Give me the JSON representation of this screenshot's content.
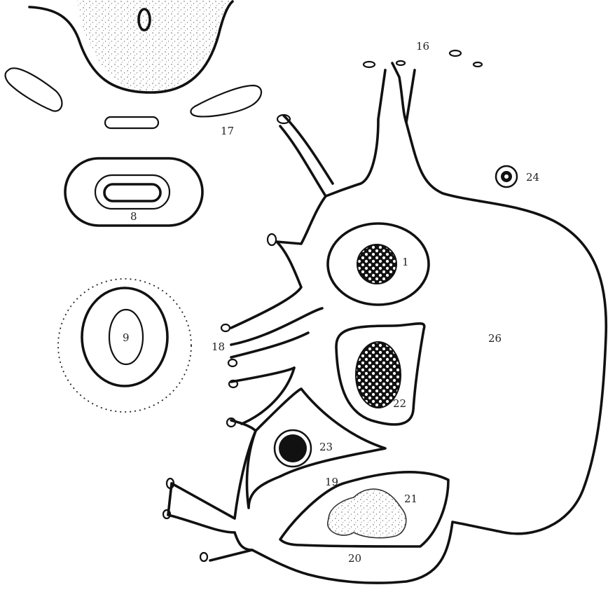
{
  "figure": {
    "labels": {
      "l1": "1",
      "l8": "8",
      "l9": "9",
      "l16": "16",
      "l17": "17",
      "l18": "18",
      "l19": "19",
      "l20": "20",
      "l21": "21",
      "l22": "22",
      "l23": "23",
      "l24": "24",
      "l26": "26"
    },
    "colors": {
      "ink": "#111111",
      "paper": "#ffffff",
      "stipple": "#555555"
    }
  }
}
